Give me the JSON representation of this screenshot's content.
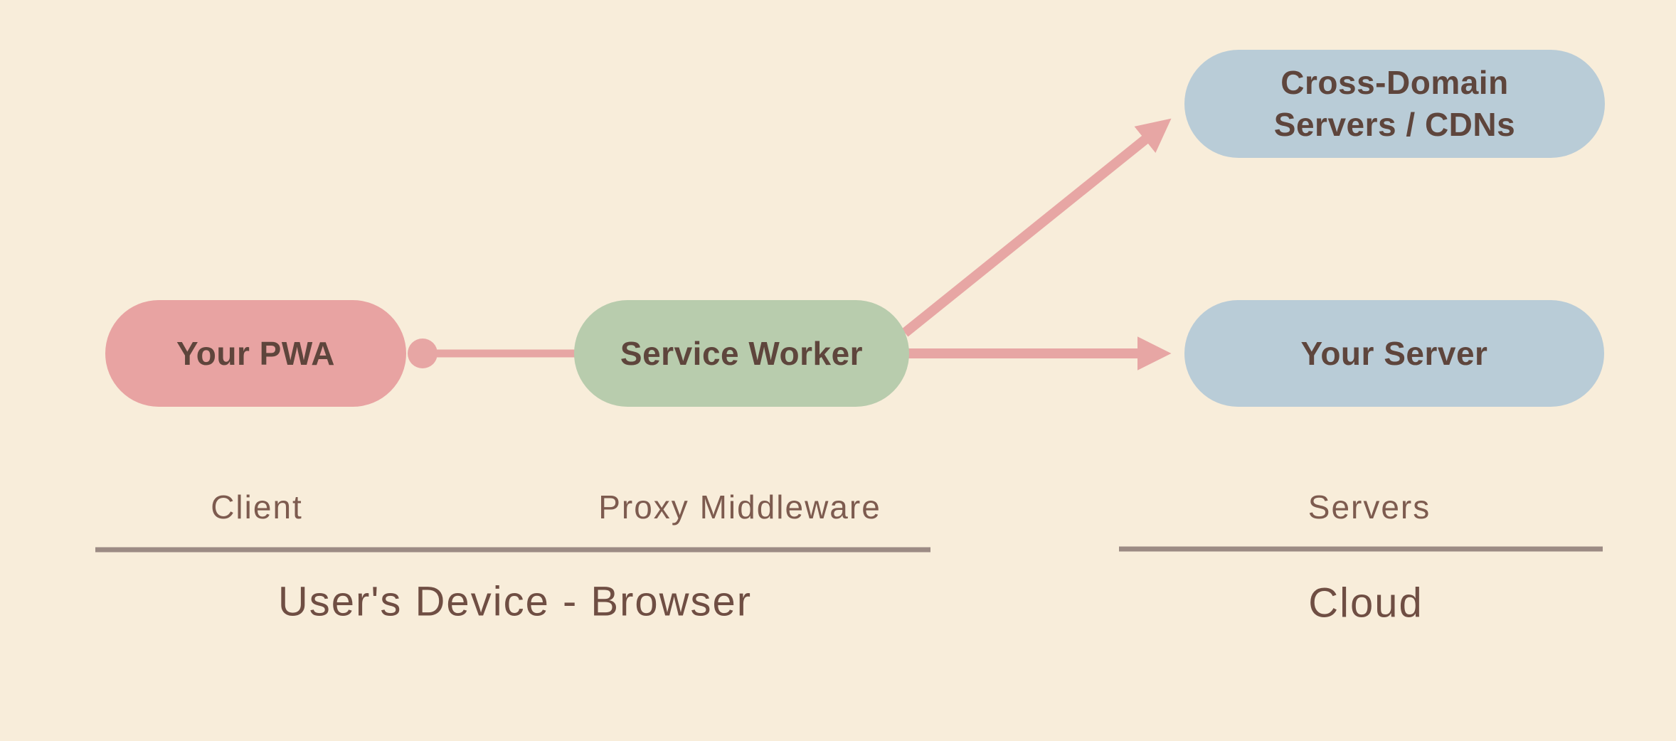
{
  "diagram": {
    "nodes": {
      "your_pwa": {
        "label": "Your PWA",
        "color": "#e8a3a2"
      },
      "service_worker": {
        "label": "Service Worker",
        "color": "#b8ccad"
      },
      "cross_domain": {
        "line1": "Cross-Domain",
        "line2": "Servers / CDNs",
        "color": "#b9ccd7"
      },
      "your_server": {
        "label": "Your Server",
        "color": "#b9ccd7"
      }
    },
    "edges": [
      {
        "from": "your_pwa",
        "to": "service_worker",
        "style": "dot-line",
        "color": "#e7a6a4"
      },
      {
        "from": "service_worker",
        "to": "cross_domain",
        "style": "arrow",
        "color": "#e7a6a4"
      },
      {
        "from": "service_worker",
        "to": "your_server",
        "style": "arrow",
        "color": "#e7a6a4"
      }
    ],
    "group_labels": {
      "client": {
        "label": "Client"
      },
      "proxy": {
        "label": "Proxy Middleware"
      },
      "servers": {
        "label": "Servers"
      },
      "device": {
        "label": "User's Device - Browser"
      },
      "cloud": {
        "label": "Cloud"
      }
    },
    "colors": {
      "background": "#f8edda",
      "node_text": "#5e453c",
      "label_text": "#7d5b4f",
      "divider": "#9c8b84",
      "arrow": "#e7a6a4"
    }
  }
}
